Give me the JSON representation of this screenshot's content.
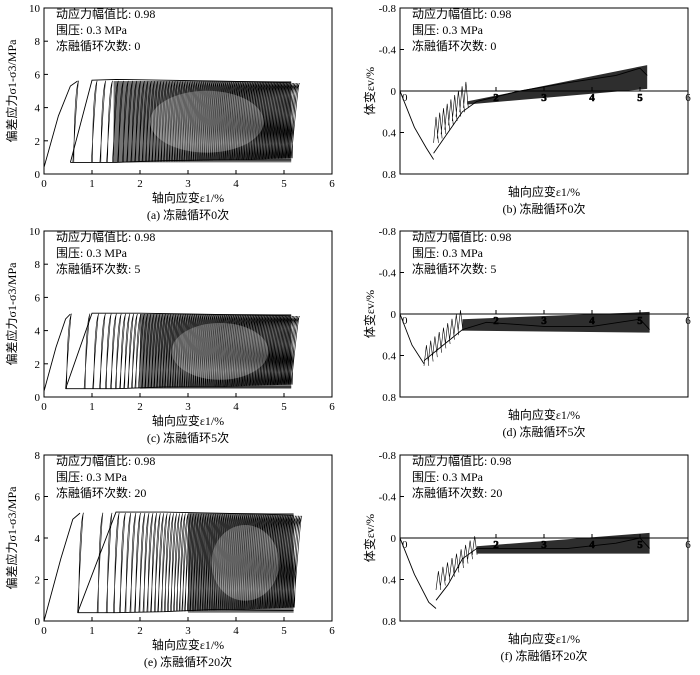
{
  "chart_data": [
    {
      "id": "a",
      "type": "line",
      "caption": "(a) 冻融循环0次",
      "ylabel": "偏差应力σ1-σ3/MPa",
      "xlabel": "轴向应变ε1/%",
      "xlim": [
        0,
        6
      ],
      "ylim": [
        0,
        10
      ],
      "xticks": [
        0,
        1,
        2,
        3,
        4,
        5,
        6
      ],
      "yticks": [
        0,
        2,
        4,
        6,
        8,
        10
      ],
      "annotations": [
        "动应力幅值比: 0.98",
        "围压: 0.3 MPa",
        "冻融循环次数: 0"
      ],
      "series": [
        {
          "values": [
            [
              0,
              0.4
            ],
            [
              0.3,
              3.5
            ],
            [
              0.55,
              5.3
            ],
            [
              0.7,
              5.6
            ]
          ]
        },
        {
          "values": [
            [
              0.55,
              0.7
            ],
            [
              1.0,
              5.65
            ],
            [
              1.5,
              5.7
            ],
            [
              2.5,
              5.65
            ],
            [
              3.5,
              5.6
            ],
            [
              4.5,
              5.55
            ],
            [
              5.15,
              5.5
            ]
          ]
        },
        {
          "values": [
            [
              0.55,
              0.7
            ],
            [
              1.5,
              0.7
            ],
            [
              2.5,
              0.8
            ],
            [
              3.5,
              0.85
            ],
            [
              4.5,
              0.85
            ],
            [
              5.15,
              0.85
            ]
          ]
        }
      ],
      "hysteresis": {
        "start_strain": 0.6,
        "end_strain": 5.15,
        "loops": 90,
        "lower": 0.7,
        "upper": 5.6,
        "dense_from": 1.45,
        "density_x_pct": 23
      }
    },
    {
      "id": "b",
      "type": "line",
      "caption": "(b) 冻融循环0次",
      "ylabel": "体变εv/%",
      "xlabel": "轴向应变ε1/%",
      "xlim": [
        0,
        6
      ],
      "ylim": [
        -0.8,
        0.8
      ],
      "y_inverted": true,
      "xticks": [
        0,
        2,
        3,
        4,
        5,
        6
      ],
      "xtick_labels_on_axis": [
        0,
        2,
        3,
        4,
        5,
        6
      ],
      "yticks": [
        -0.8,
        -0.4,
        0,
        0.4,
        0.8
      ],
      "ytick_labels": [
        "-0.8",
        "-0.4",
        "0",
        "0.4",
        "0.8"
      ],
      "annotations": [
        "动应力幅值比: 0.98",
        "围压: 0.3 MPa",
        "冻融循环次数: 0"
      ],
      "series": [
        {
          "values": [
            [
              0,
              0
            ],
            [
              0.3,
              0.35
            ],
            [
              0.55,
              0.55
            ],
            [
              0.7,
              0.66
            ]
          ]
        },
        {
          "values": [
            [
              0.7,
              0.6
            ],
            [
              1.0,
              0.4
            ],
            [
              1.3,
              0.2
            ],
            [
              1.6,
              0.1
            ],
            [
              2.5,
              0.0
            ],
            [
              3.5,
              -0.08
            ],
            [
              4.5,
              -0.15
            ],
            [
              5.0,
              -0.22
            ],
            [
              5.15,
              -0.15
            ]
          ]
        }
      ],
      "band": {
        "start": 1.4,
        "end": 5.15,
        "top": [
          0.1,
          -0.25
        ],
        "bottom": [
          0.13,
          -0.02
        ],
        "osc_amp": 0.25
      }
    },
    {
      "id": "c",
      "type": "line",
      "caption": "(c) 冻融循环5次",
      "ylabel": "偏差应力σ1-σ3/MPa",
      "xlabel": "轴向应变ε1/%",
      "xlim": [
        0,
        6
      ],
      "ylim": [
        0,
        10
      ],
      "xticks": [
        0,
        1,
        2,
        3,
        4,
        5,
        6
      ],
      "yticks": [
        0,
        2,
        4,
        6,
        8,
        10
      ],
      "annotations": [
        "动应力幅值比: 0.98",
        "围压: 0.3 MPa",
        "冻融循环次数: 5"
      ],
      "series": [
        {
          "values": [
            [
              0,
              0.35
            ],
            [
              0.25,
              3.0
            ],
            [
              0.45,
              4.7
            ],
            [
              0.55,
              5.0
            ]
          ]
        },
        {
          "values": [
            [
              0.45,
              0.5
            ],
            [
              1.0,
              5.05
            ],
            [
              2.0,
              5.05
            ],
            [
              3.0,
              5.0
            ],
            [
              4.0,
              4.95
            ],
            [
              5.15,
              4.9
            ]
          ]
        },
        {
          "values": [
            [
              0.45,
              0.5
            ],
            [
              1.5,
              0.5
            ],
            [
              2.5,
              0.6
            ],
            [
              3.5,
              0.6
            ],
            [
              5.15,
              0.6
            ]
          ]
        }
      ],
      "hysteresis": {
        "start_strain": 0.45,
        "end_strain": 5.15,
        "loops": 95,
        "lower": 0.5,
        "upper": 5.0,
        "dense_from": 2.0,
        "density_x_pct": 25
      }
    },
    {
      "id": "d",
      "type": "line",
      "caption": "(d) 冻融循环5次",
      "ylabel": "体变εv/%",
      "xlabel": "轴向应变ε1/%",
      "xlim": [
        0,
        6
      ],
      "ylim": [
        -0.8,
        0.8
      ],
      "y_inverted": true,
      "xticks": [
        0,
        2,
        3,
        4,
        5,
        6
      ],
      "xtick_labels_on_axis": [
        0,
        2,
        3,
        4,
        5,
        6
      ],
      "yticks": [
        -0.8,
        -0.4,
        0,
        0.4,
        0.8
      ],
      "ytick_labels": [
        "-0.8",
        "-0.4",
        "0",
        "0.4",
        "0.8"
      ],
      "annotations": [
        "动应力幅值比: 0.98",
        "围压: 0.3 MPa",
        "冻融循环次数: 5"
      ],
      "series": [
        {
          "values": [
            [
              0,
              0
            ],
            [
              0.25,
              0.3
            ],
            [
              0.5,
              0.48
            ]
          ]
        },
        {
          "values": [
            [
              0.5,
              0.45
            ],
            [
              0.9,
              0.3
            ],
            [
              1.3,
              0.15
            ],
            [
              1.8,
              0.08
            ],
            [
              3.0,
              0.12
            ],
            [
              4.0,
              0.12
            ],
            [
              5.0,
              0.05
            ],
            [
              5.2,
              0.15
            ]
          ]
        }
      ],
      "band": {
        "start": 1.3,
        "end": 5.2,
        "top": [
          0.05,
          -0.02
        ],
        "bottom": [
          0.16,
          0.18
        ],
        "osc_amp": 0.2
      }
    },
    {
      "id": "e",
      "type": "line",
      "caption": "(e) 冻融循环20次",
      "ylabel": "偏差应力σ1-σ3/MPa",
      "xlabel": "轴向应变ε1/%",
      "xlim": [
        0,
        6
      ],
      "ylim": [
        0,
        8
      ],
      "xticks": [
        0,
        1,
        2,
        3,
        4,
        5,
        6
      ],
      "yticks": [
        0,
        2,
        4,
        6,
        8
      ],
      "annotations": [
        "动应力幅值比: 0.98",
        "围压: 0.3 MPa",
        "冻融循环次数: 20"
      ],
      "series": [
        {
          "values": [
            [
              0,
              0.0
            ],
            [
              0.35,
              3.0
            ],
            [
              0.6,
              4.9
            ],
            [
              0.75,
              5.2
            ]
          ]
        },
        {
          "values": [
            [
              0.7,
              0.4
            ],
            [
              1.5,
              5.25
            ],
            [
              2.5,
              5.25
            ],
            [
              3.5,
              5.2
            ],
            [
              4.5,
              5.15
            ],
            [
              5.2,
              5.1
            ]
          ]
        },
        {
          "values": [
            [
              0.7,
              0.4
            ],
            [
              1.5,
              0.4
            ],
            [
              2.5,
              0.45
            ],
            [
              3.5,
              0.55
            ],
            [
              5.2,
              0.5
            ]
          ]
        }
      ],
      "hysteresis": {
        "start_strain": 0.7,
        "end_strain": 5.2,
        "loops": 80,
        "lower": 0.4,
        "upper": 5.2,
        "dense_from": 3.0,
        "density_x_pct": 27
      }
    },
    {
      "id": "f",
      "type": "line",
      "caption": "(f) 冻融循环20次",
      "ylabel": "体变εv/%",
      "xlabel": "轴向应变ε1/%",
      "xlim": [
        0,
        6
      ],
      "ylim": [
        -0.8,
        0.8
      ],
      "y_inverted": true,
      "xticks": [
        0,
        2,
        3,
        4,
        5,
        6
      ],
      "xtick_labels_on_axis": [
        0,
        2,
        3,
        4,
        5,
        6
      ],
      "yticks": [
        -0.8,
        -0.4,
        0,
        0.4,
        0.8
      ],
      "ytick_labels": [
        "-0.8",
        "-0.4",
        "0",
        "0.4",
        "0.8"
      ],
      "annotations": [
        "动应力幅值比: 0.98",
        "围压: 0.3 MPa",
        "冻融循环次数: 20"
      ],
      "series": [
        {
          "values": [
            [
              0,
              0
            ],
            [
              0.3,
              0.35
            ],
            [
              0.6,
              0.62
            ],
            [
              0.75,
              0.68
            ]
          ]
        },
        {
          "values": [
            [
              0.75,
              0.6
            ],
            [
              1.0,
              0.45
            ],
            [
              1.3,
              0.2
            ],
            [
              1.6,
              0.1
            ],
            [
              2.5,
              0.1
            ],
            [
              3.5,
              0.1
            ],
            [
              4.5,
              0.05
            ],
            [
              5.0,
              0.0
            ],
            [
              5.2,
              0.1
            ]
          ]
        }
      ],
      "band": {
        "start": 1.6,
        "end": 5.2,
        "top": [
          0.08,
          -0.05
        ],
        "bottom": [
          0.15,
          0.15
        ],
        "osc_amp": 0.18
      }
    }
  ]
}
